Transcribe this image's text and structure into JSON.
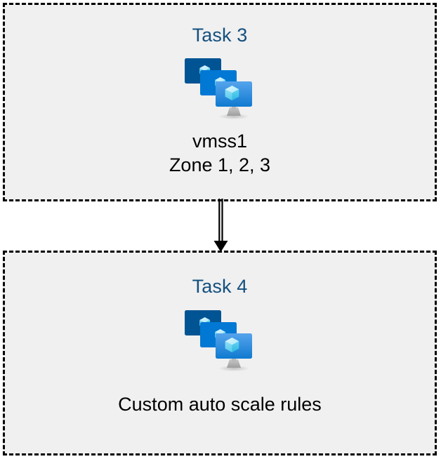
{
  "diagram": {
    "title": "Azure VMSS task flow",
    "background_color": "#ffffff",
    "box_fill_color": "#f0f0f0",
    "box_border_color": "#000000",
    "heading_color": "#13507e",
    "caption_color": "#000000",
    "icon_colors": {
      "monitor_back": "#005494",
      "monitor_middle": "#0078d4",
      "monitor_front_top": "#50a0e8",
      "monitor_front_bottom": "#0f7ad0",
      "cube_light": "#c3f1fb",
      "cube_mid": "#9fe8f8",
      "cube_dark": "#32c5ec",
      "stand": "#b3b3b3"
    },
    "boxes": [
      {
        "id": "task-3",
        "heading": "Task 3",
        "icon_name": "vm-scale-set-icon",
        "caption_lines": [
          "vmss1",
          "Zone 1, 2, 3"
        ]
      },
      {
        "id": "task-4",
        "heading": "Task 4",
        "icon_name": "vm-scale-set-icon",
        "caption_lines": [
          "Custom auto scale rules"
        ]
      }
    ],
    "connector": {
      "name": "arrow-down-connector",
      "style": "double-line",
      "from": "Task 3",
      "to": "Task 4",
      "arrowhead": "filled-triangle",
      "color": "#000000"
    }
  }
}
